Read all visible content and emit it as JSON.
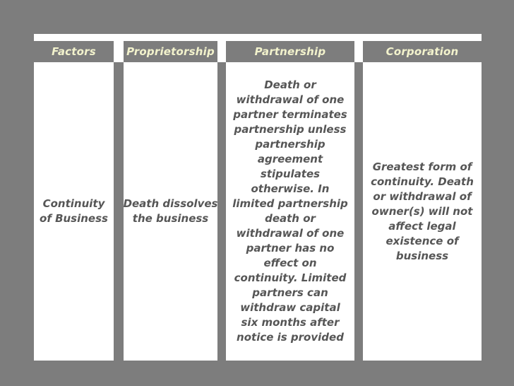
{
  "slide": {
    "background_color": "#7D7D7D",
    "header_text_color": "#F2F2CC",
    "body_text_color": "#565656",
    "cell_fill_color": "#FFFFFF"
  },
  "table": {
    "columns": [
      {
        "id": "factors",
        "header": "Factors",
        "body": "Continuity\nof Business"
      },
      {
        "id": "proprietorship",
        "header": "Proprietorship",
        "body": "Death dissolves\nthe business"
      },
      {
        "id": "partnership",
        "header": "Partnership",
        "body": "Death or\nwithdrawal of one\npartner terminates\npartnership unless\npartnership\nagreement\nstipulates\notherwise. In\nlimited partnership\ndeath or\nwithdrawal of one\npartner has no\neffect on\ncontinuity. Limited\npartners can\nwithdraw capital\nsix months after\nnotice is provided"
      },
      {
        "id": "corporation",
        "header": "Corporation",
        "body": "Greatest form of\ncontinuity. Death\nor withdrawal of\nowner(s) will not\naffect legal\nexistence of\nbusiness"
      }
    ]
  }
}
